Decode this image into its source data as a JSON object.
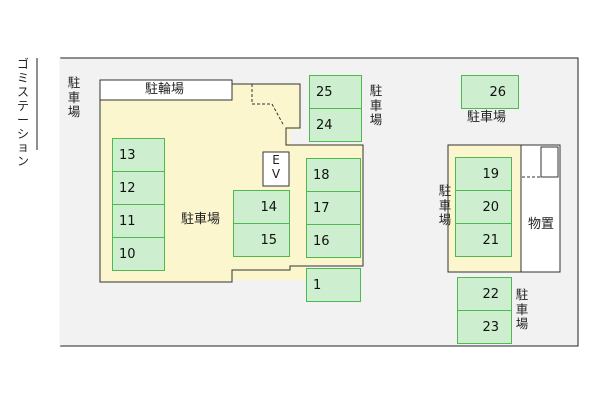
{
  "garbage_station": [
    "ゴ",
    "ミ",
    "ス",
    "テ",
    "ー",
    "シ",
    "ョ",
    "ン"
  ],
  "labels": {
    "bicycle_parking": "駐輪場",
    "parking_main": "駐車場",
    "parking_vertical": [
      "駐",
      "車",
      "場"
    ],
    "storage": "物置",
    "ev": [
      "E",
      "V"
    ]
  },
  "spaces": {
    "s1": "1",
    "s10": "10",
    "s11": "11",
    "s12": "12",
    "s13": "13",
    "s14": "14",
    "s15": "15",
    "s16": "16",
    "s17": "17",
    "s18": "18",
    "s19": "19",
    "s20": "20",
    "s21": "21",
    "s22": "22",
    "s23": "23",
    "s24": "24",
    "s25": "25",
    "s26": "26"
  },
  "colors": {
    "building_fill": "#fbf6cd",
    "site_fill": "#f2f2f2",
    "slot_fill": "#cdeecf",
    "slot_border": "#4db94f"
  }
}
